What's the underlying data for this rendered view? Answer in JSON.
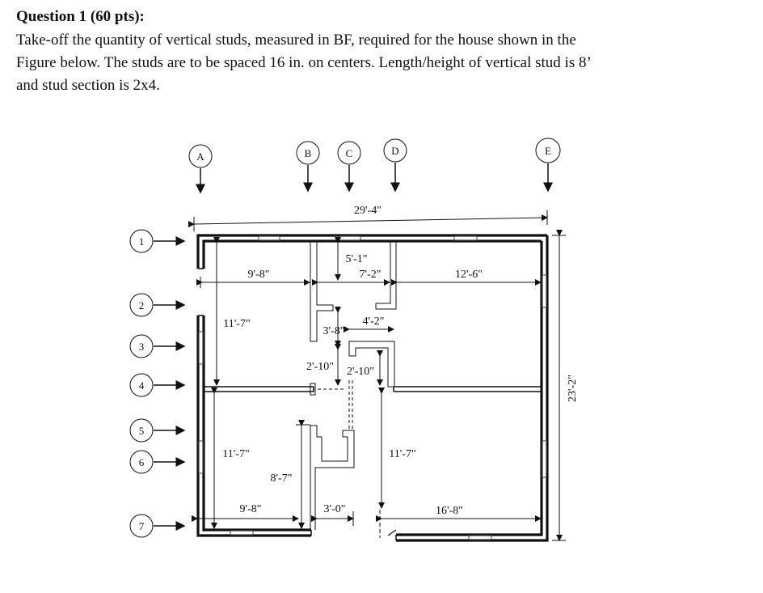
{
  "question": {
    "title": "Question 1 (60 pts):",
    "line1": "Take-off the quantity of vertical studs, measured in BF, required for the house shown in the",
    "line2": "Figure below. The studs are to be spaced 16 in. on centers. Length/height of vertical stud is 8’",
    "line3": "and stud section is 2x4."
  },
  "grid": {
    "columns": [
      "A",
      "B",
      "C",
      "D",
      "E"
    ],
    "rows": [
      "1",
      "2",
      "3",
      "4",
      "5",
      "6",
      "7"
    ]
  },
  "dimensions": {
    "overall_width": "29'-4\"",
    "overall_depth": "23'-2\"",
    "top_left_width": "9'-8\"",
    "center_width": "7'-2\"",
    "top_right_width": "12'-6\"",
    "center_depth": "5'-1\"",
    "top_left_depth": "11'-7\"",
    "closet_depth": "3'-8\"",
    "closet_width": "4'-2\"",
    "hall_left": "2'-10\"",
    "hall_right": "2'-10\"",
    "bottom_left_depth": "11'-7\"",
    "bottom_right_depth": "11'-7\"",
    "bath_depth": "8'-7\"",
    "bottom_left_width": "9'-8\"",
    "door_width": "3'-0\"",
    "bottom_right_width": "16'-8\""
  }
}
